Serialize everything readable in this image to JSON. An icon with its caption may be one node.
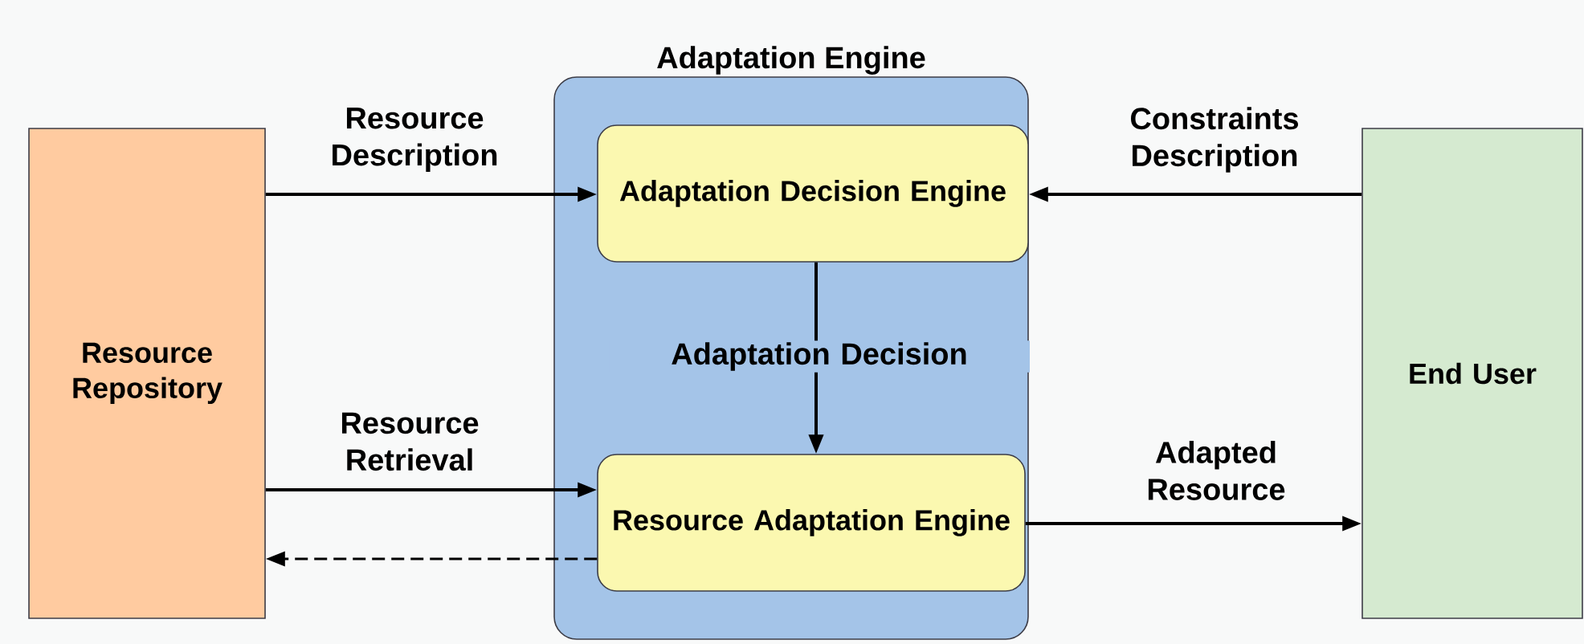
{
  "diagram": {
    "nodes": [
      {
        "text": [
          "Resource Repository"
        ]
      },
      {
        "text": [
          "Adaptation Engine"
        ]
      },
      {
        "text": [
          "Adaptation Decision Engine"
        ],
        "in": 1
      },
      {
        "text": [
          "Resource Adaptation Engine"
        ],
        "in": 1
      },
      {
        "text": [
          "End User"
        ]
      }
    ],
    "edges": [
      {
        "from": 0,
        "to": 2,
        "arrow": "to",
        "label": "Resource Description"
      },
      {
        "from": 4,
        "to": 2,
        "arrow": "to",
        "label": "Constraints Description"
      },
      {
        "from": 2,
        "to": 3,
        "arrow": "to",
        "label": "Adaptation Decision"
      },
      {
        "from": 0,
        "to": 3,
        "arrow": "to",
        "label": "Resource Retrieval"
      },
      {
        "from": 3,
        "to": 0,
        "arrow": "to",
        "style": "dashed"
      },
      {
        "from": 3,
        "to": 4,
        "arrow": "to",
        "label": "Adapted Resource"
      }
    ]
  }
}
